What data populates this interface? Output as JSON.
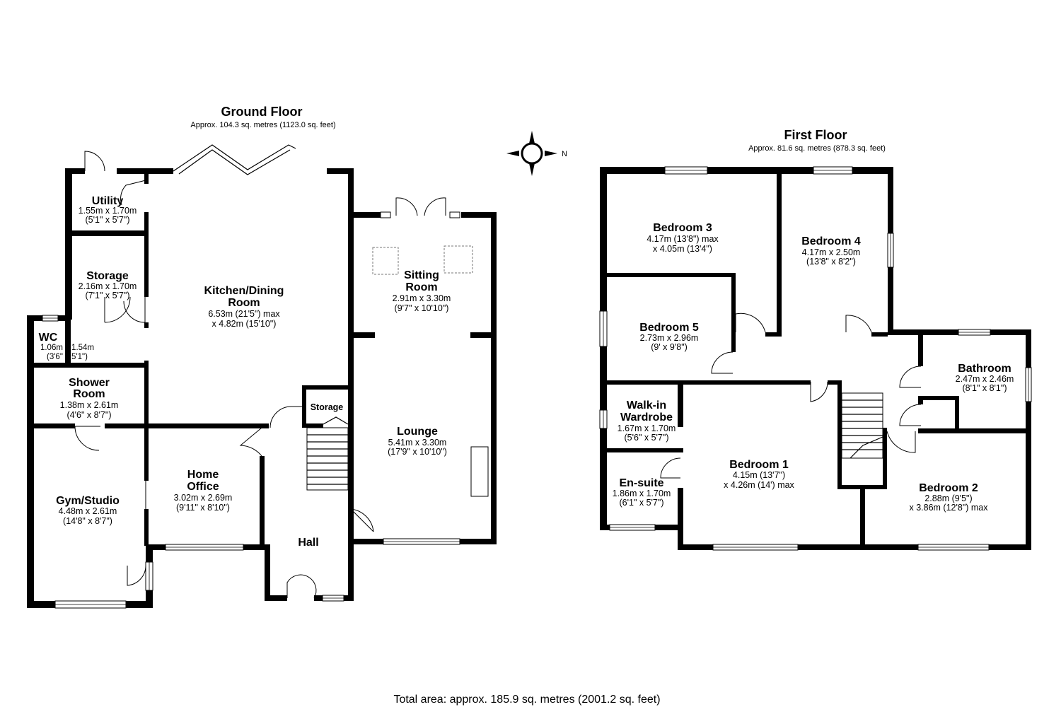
{
  "ground_floor": {
    "title": "Ground Floor",
    "area": "Approx. 104.3 sq. metres (1123.0 sq. feet)",
    "rooms": {
      "utility": {
        "name": "Utility",
        "dim1": "1.55m x 1.70m",
        "dim2": "(5'1\" x 5'7\")"
      },
      "storage": {
        "name": "Storage",
        "dim1": "2.16m x 1.70m",
        "dim2": "(7'1\" x 5'7\")"
      },
      "wc": {
        "name": "WC",
        "dim1": "1.06m x 1.54m",
        "dim2": "(3'6\" x 5'1\")"
      },
      "shower": {
        "name1": "Shower",
        "name2": "Room",
        "dim1": "1.38m x 2.61m",
        "dim2": "(4'6\" x 8'7\")"
      },
      "gym": {
        "name": "Gym/Studio",
        "dim1": "4.48m x 2.61m",
        "dim2": "(14'8\" x 8'7\")"
      },
      "office": {
        "name1": "Home",
        "name2": "Office",
        "dim1": "3.02m x 2.69m",
        "dim2": "(9'11\" x 8'10\")"
      },
      "kitchen": {
        "name1": "Kitchen/Dining",
        "name2": "Room",
        "dim1": "6.53m (21'5\") max",
        "dim2": "x 4.82m (15'10\")"
      },
      "hall_storage": {
        "name": "Storage"
      },
      "hall": {
        "name": "Hall"
      },
      "sitting": {
        "name1": "Sitting",
        "name2": "Room",
        "dim1": "2.91m x 3.30m",
        "dim2": "(9'7\" x 10'10\")"
      },
      "lounge": {
        "name": "Lounge",
        "dim1": "5.41m x 3.30m",
        "dim2": "(17'9\" x 10'10\")"
      }
    }
  },
  "first_floor": {
    "title": "First Floor",
    "area": "Approx. 81.6 sq. metres (878.3 sq. feet)",
    "rooms": {
      "bed3": {
        "name": "Bedroom 3",
        "dim1": "4.17m (13'8\") max",
        "dim2": "x 4.05m (13'4\")"
      },
      "bed4": {
        "name": "Bedroom 4",
        "dim1": "4.17m x 2.50m",
        "dim2": "(13'8\" x 8'2\")"
      },
      "bed5": {
        "name": "Bedroom 5",
        "dim1": "2.73m x 2.96m",
        "dim2": "(9' x 9'8\")"
      },
      "bath": {
        "name": "Bathroom",
        "dim1": "2.47m x 2.46m",
        "dim2": "(8'1\" x 8'1\")"
      },
      "wardrobe": {
        "name1": "Walk-in",
        "name2": "Wardrobe",
        "dim1": "1.67m x 1.70m",
        "dim2": "(5'6\" x 5'7\")"
      },
      "ensuite": {
        "name": "En-suite",
        "dim1": "1.86m x 1.70m",
        "dim2": "(6'1\" x 5'7\")"
      },
      "bed1": {
        "name": "Bedroom 1",
        "dim1": "4.15m (13'7\")",
        "dim2": "x 4.26m (14') max"
      },
      "bed2": {
        "name": "Bedroom 2",
        "dim1": "2.88m (9'5\")",
        "dim2": "x 3.86m (12'8\") max"
      }
    }
  },
  "compass": {
    "label": "N",
    "icon": "compass-icon"
  },
  "total_area": "Total area: approx. 185.9 sq. metres (2001.2 sq. feet)"
}
